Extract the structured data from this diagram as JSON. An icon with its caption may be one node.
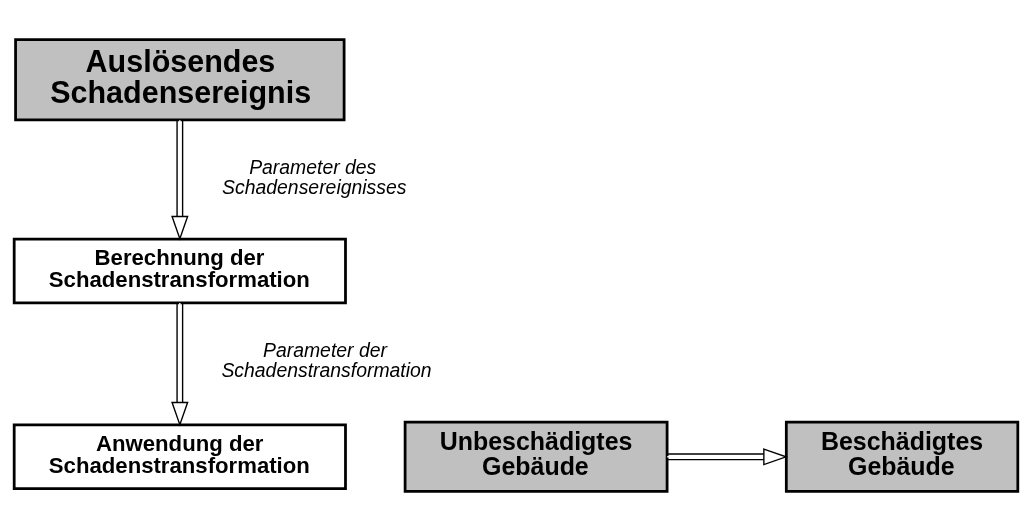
{
  "diagram": {
    "nodes": [
      {
        "text": [
          "Auslösendes Schadensereignis"
        ]
      },
      {
        "text": [
          "Berechnung der Schadenstransformation"
        ]
      },
      {
        "text": [
          "Anwendung der Schadenstransformation"
        ]
      },
      {
        "text": [
          "Unbeschädigtes Gebäude"
        ]
      },
      {
        "text": [
          "Beschädigtes Gebäude"
        ]
      }
    ],
    "edges": [
      {
        "from": 0,
        "to": 1,
        "arrow": "to",
        "label": "Parameter des Schadensereignisses"
      },
      {
        "from": 1,
        "to": 2,
        "arrow": "to",
        "label": "Parameter der Schadenstransformation"
      },
      {
        "from": 3,
        "to": 4,
        "arrow": "to"
      }
    ]
  }
}
